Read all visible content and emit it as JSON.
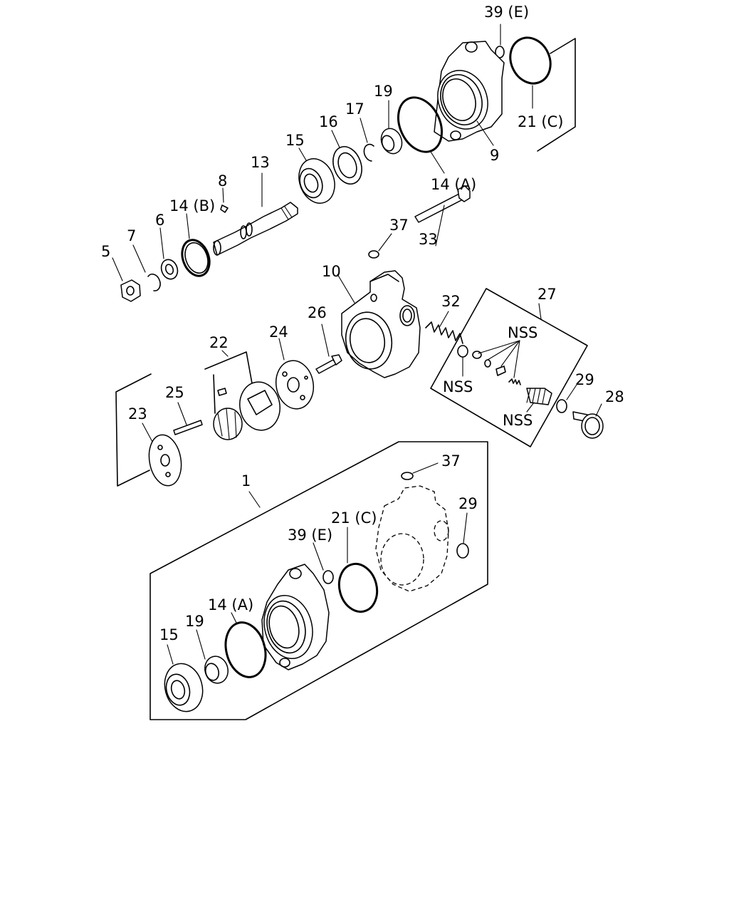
{
  "diagram": {
    "callouts": {
      "p39e_top": "39 (E)",
      "p21c_top": "21 (C)",
      "p9": "9",
      "p19_top": "19",
      "p17": "17",
      "p16": "16",
      "p14a_top": "14 (A)",
      "p15_top": "15",
      "p13": "13",
      "p8": "8",
      "p14b": "14 (B)",
      "p6": "6",
      "p7": "7",
      "p5": "5",
      "p37_top": "37",
      "p33": "33",
      "p10": "10",
      "p32": "32",
      "p27": "27",
      "nss_1": "NSS",
      "nss_2": "NSS",
      "nss_3": "NSS",
      "p26": "26",
      "p24": "24",
      "p22": "22",
      "p25": "25",
      "p23": "23",
      "p29_mid": "29",
      "p28": "28",
      "p1": "1",
      "p37_bot": "37",
      "p21c_bot": "21 (C)",
      "p29_bot": "29",
      "p39e_bot": "39 (E)",
      "p14a_bot": "14 (A)",
      "p19_bot": "19",
      "p15_bot": "15"
    }
  }
}
